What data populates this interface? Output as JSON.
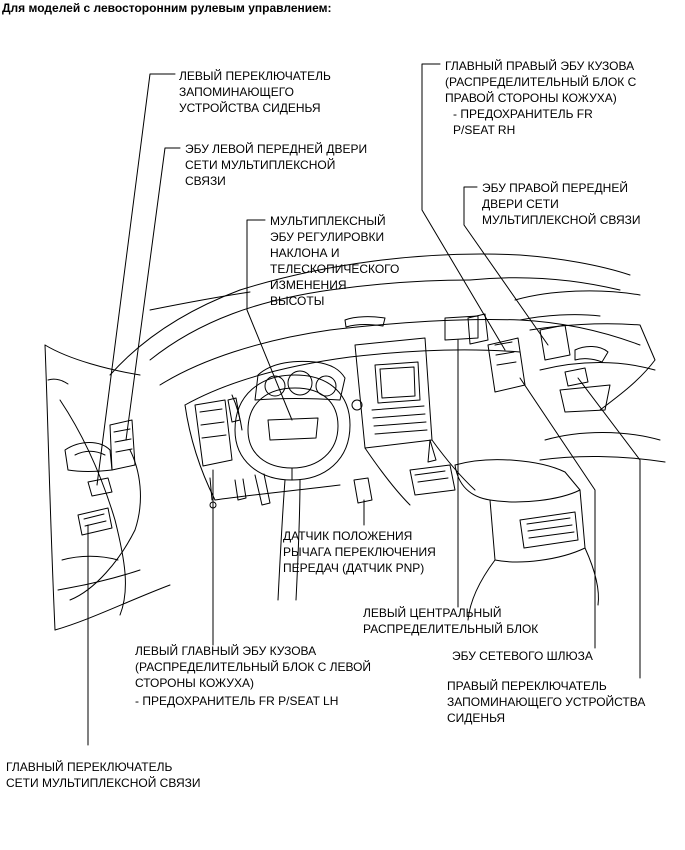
{
  "heading": "Для моделей с левосторонним рулевым управлением:",
  "labels": {
    "left_seat_memory_switch": [
      "ЛЕВЫЙ ПЕРЕКЛЮЧАТЕЛЬ",
      "ЗАПОМИНАЮЩЕГО",
      "УСТРОЙСТВА СИДЕНЬЯ"
    ],
    "left_front_door_ecu": [
      "ЭБУ ЛЕВОЙ ПЕРЕДНЕЙ ДВЕРИ",
      "СЕТИ МУЛЬТИПЛЕКСНОЙ",
      "СВЯЗИ"
    ],
    "tilt_telescopic_ecu": [
      "МУЛЬТИПЛЕКСНЫЙ",
      "ЭБУ РЕГУЛИРОВКИ",
      "НАКЛОНА И",
      "ТЕЛЕСКОПИЧЕСКОГО",
      "ИЗМЕНЕНИЯ",
      "ВЫСОТЫ"
    ],
    "main_right_body_ecu": [
      "ГЛАВНЫЙ ПРАВЫЙ ЭБУ КУЗОВА",
      "(РАСПРЕДЕЛИТЕЛЬНЫЙ БЛОК С",
      "ПРАВОЙ СТОРОНЫ КОЖУХА)",
      "- ПРЕДОХРАНИТЕЛЬ FR",
      "P/SEAT RH"
    ],
    "right_front_door_ecu": [
      "ЭБУ ПРАВОЙ ПЕРЕДНЕЙ",
      "ДВЕРИ СЕТИ",
      "МУЛЬТИПЛЕКСНОЙ СВЯЗИ"
    ],
    "pnp_sensor": [
      "ДАТЧИК ПОЛОЖЕНИЯ",
      "РЫЧАГА ПЕРЕКЛЮЧЕНИЯ",
      "ПЕРЕДАЧ (ДАТЧИК PNP)"
    ],
    "left_center_junction": [
      "ЛЕВЫЙ ЦЕНТРАЛЬНЫЙ",
      "РАСПРЕДЕЛИТЕЛЬНЫЙ БЛОК"
    ],
    "left_main_body_ecu": [
      "ЛЕВЫЙ ГЛАВНЫЙ ЭБУ КУЗОВА",
      "(РАСПРЕДЕЛИТЕЛЬНЫЙ БЛОК С ЛЕВОЙ",
      "СТОРОНЫ КОЖУХА)",
      "- ПРЕДОХРАНИТЕЛЬ FR P/SEAT LH"
    ],
    "gateway_ecu": [
      "ЭБУ СЕТЕВОГО ШЛЮЗА"
    ],
    "right_seat_memory_switch": [
      "ПРАВЫЙ ПЕРЕКЛЮЧАТЕЛЬ",
      "ЗАПОМИНАЮЩЕГО УСТРОЙСТВА",
      "СИДЕНЬЯ"
    ],
    "multiplex_master_switch": [
      "ГЛАВНЫЙ ПЕРЕКЛЮЧАТЕЛЬ",
      "СЕТИ МУЛЬТИПЛЕКСНОЙ СВЯЗИ"
    ]
  }
}
